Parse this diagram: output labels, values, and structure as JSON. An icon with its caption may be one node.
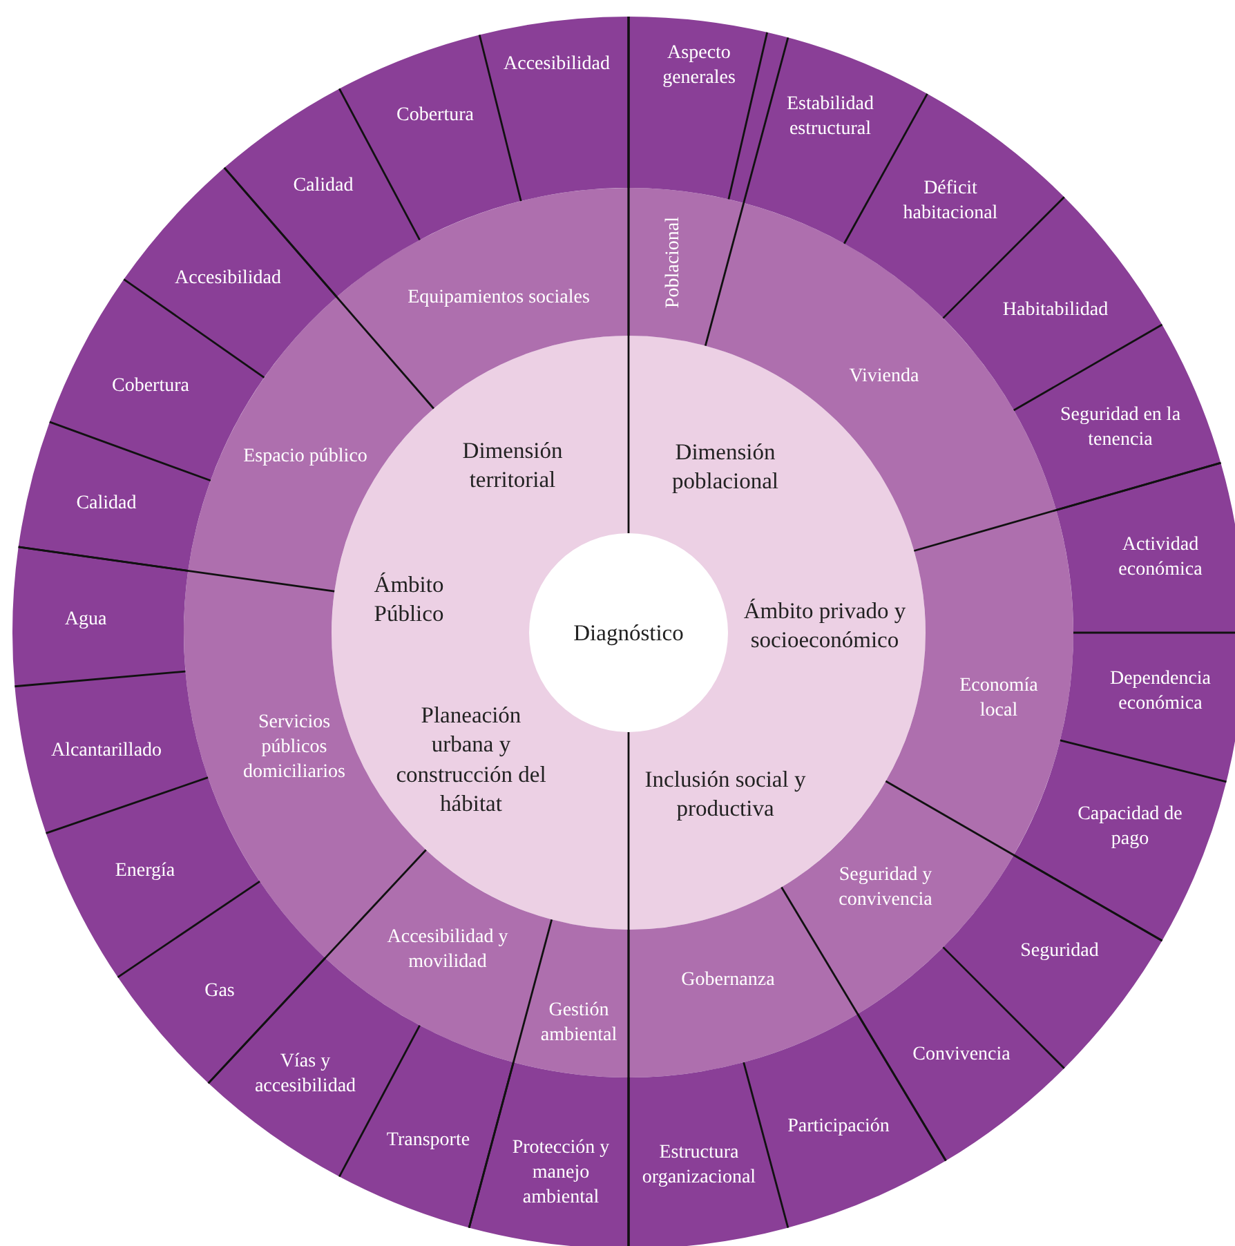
{
  "diagram": {
    "nodes": [
      {
        "text": [
          "Diagnóstico"
        ]
      },
      {
        "text": [
          "Dimensión territorial",
          "Ámbito Público",
          "Planeación urbana y construcción del hábitat"
        ]
      },
      {
        "text": [
          "Dimensión poblacional",
          "Ámbito privado y socioeconómico",
          "Inclusión social y productiva"
        ]
      },
      {
        "text": [
          "Poblacional"
        ]
      },
      {
        "text": [
          "Vivienda"
        ]
      },
      {
        "text": [
          "Economía local"
        ]
      },
      {
        "text": [
          "Seguridad y convivencia"
        ]
      },
      {
        "text": [
          "Gobernanza"
        ]
      },
      {
        "text": [
          "Gestión ambiental"
        ]
      },
      {
        "text": [
          "Accesibilidad y movilidad"
        ]
      },
      {
        "text": [
          "Servicios públicos domiciliarios"
        ]
      },
      {
        "text": [
          "Espacio público"
        ]
      },
      {
        "text": [
          "Equipamientos sociales"
        ]
      },
      {
        "text": [
          "Aspecto generales"
        ]
      },
      {
        "text": [
          "Estabilidad estructural"
        ]
      },
      {
        "text": [
          "Déficit habitacional"
        ]
      },
      {
        "text": [
          "Habitabilidad"
        ]
      },
      {
        "text": [
          "Seguridad en la tenencia"
        ]
      },
      {
        "text": [
          "Actividad económica"
        ]
      },
      {
        "text": [
          "Dependencia económica"
        ]
      },
      {
        "text": [
          "Capacidad de pago"
        ]
      },
      {
        "text": [
          "Seguridad"
        ]
      },
      {
        "text": [
          "Convivencia"
        ]
      },
      {
        "text": [
          "Participación"
        ]
      },
      {
        "text": [
          "Estructura organizacional"
        ]
      },
      {
        "text": [
          "Protección y manejo ambiental"
        ]
      },
      {
        "text": [
          "Transporte"
        ]
      },
      {
        "text": [
          "Vías y accesibilidad"
        ]
      },
      {
        "text": [
          "Gas"
        ]
      },
      {
        "text": [
          "Energía"
        ]
      },
      {
        "text": [
          "Alcantarillado"
        ]
      },
      {
        "text": [
          "Agua"
        ]
      },
      {
        "text": [
          "Calidad"
        ]
      },
      {
        "text": [
          "Cobertura"
        ]
      },
      {
        "text": [
          "Accesibilidad"
        ]
      },
      {
        "text": [
          "Calidad"
        ]
      },
      {
        "text": [
          "Cobertura"
        ]
      },
      {
        "text": [
          "Accesibilidad"
        ]
      }
    ]
  }
}
